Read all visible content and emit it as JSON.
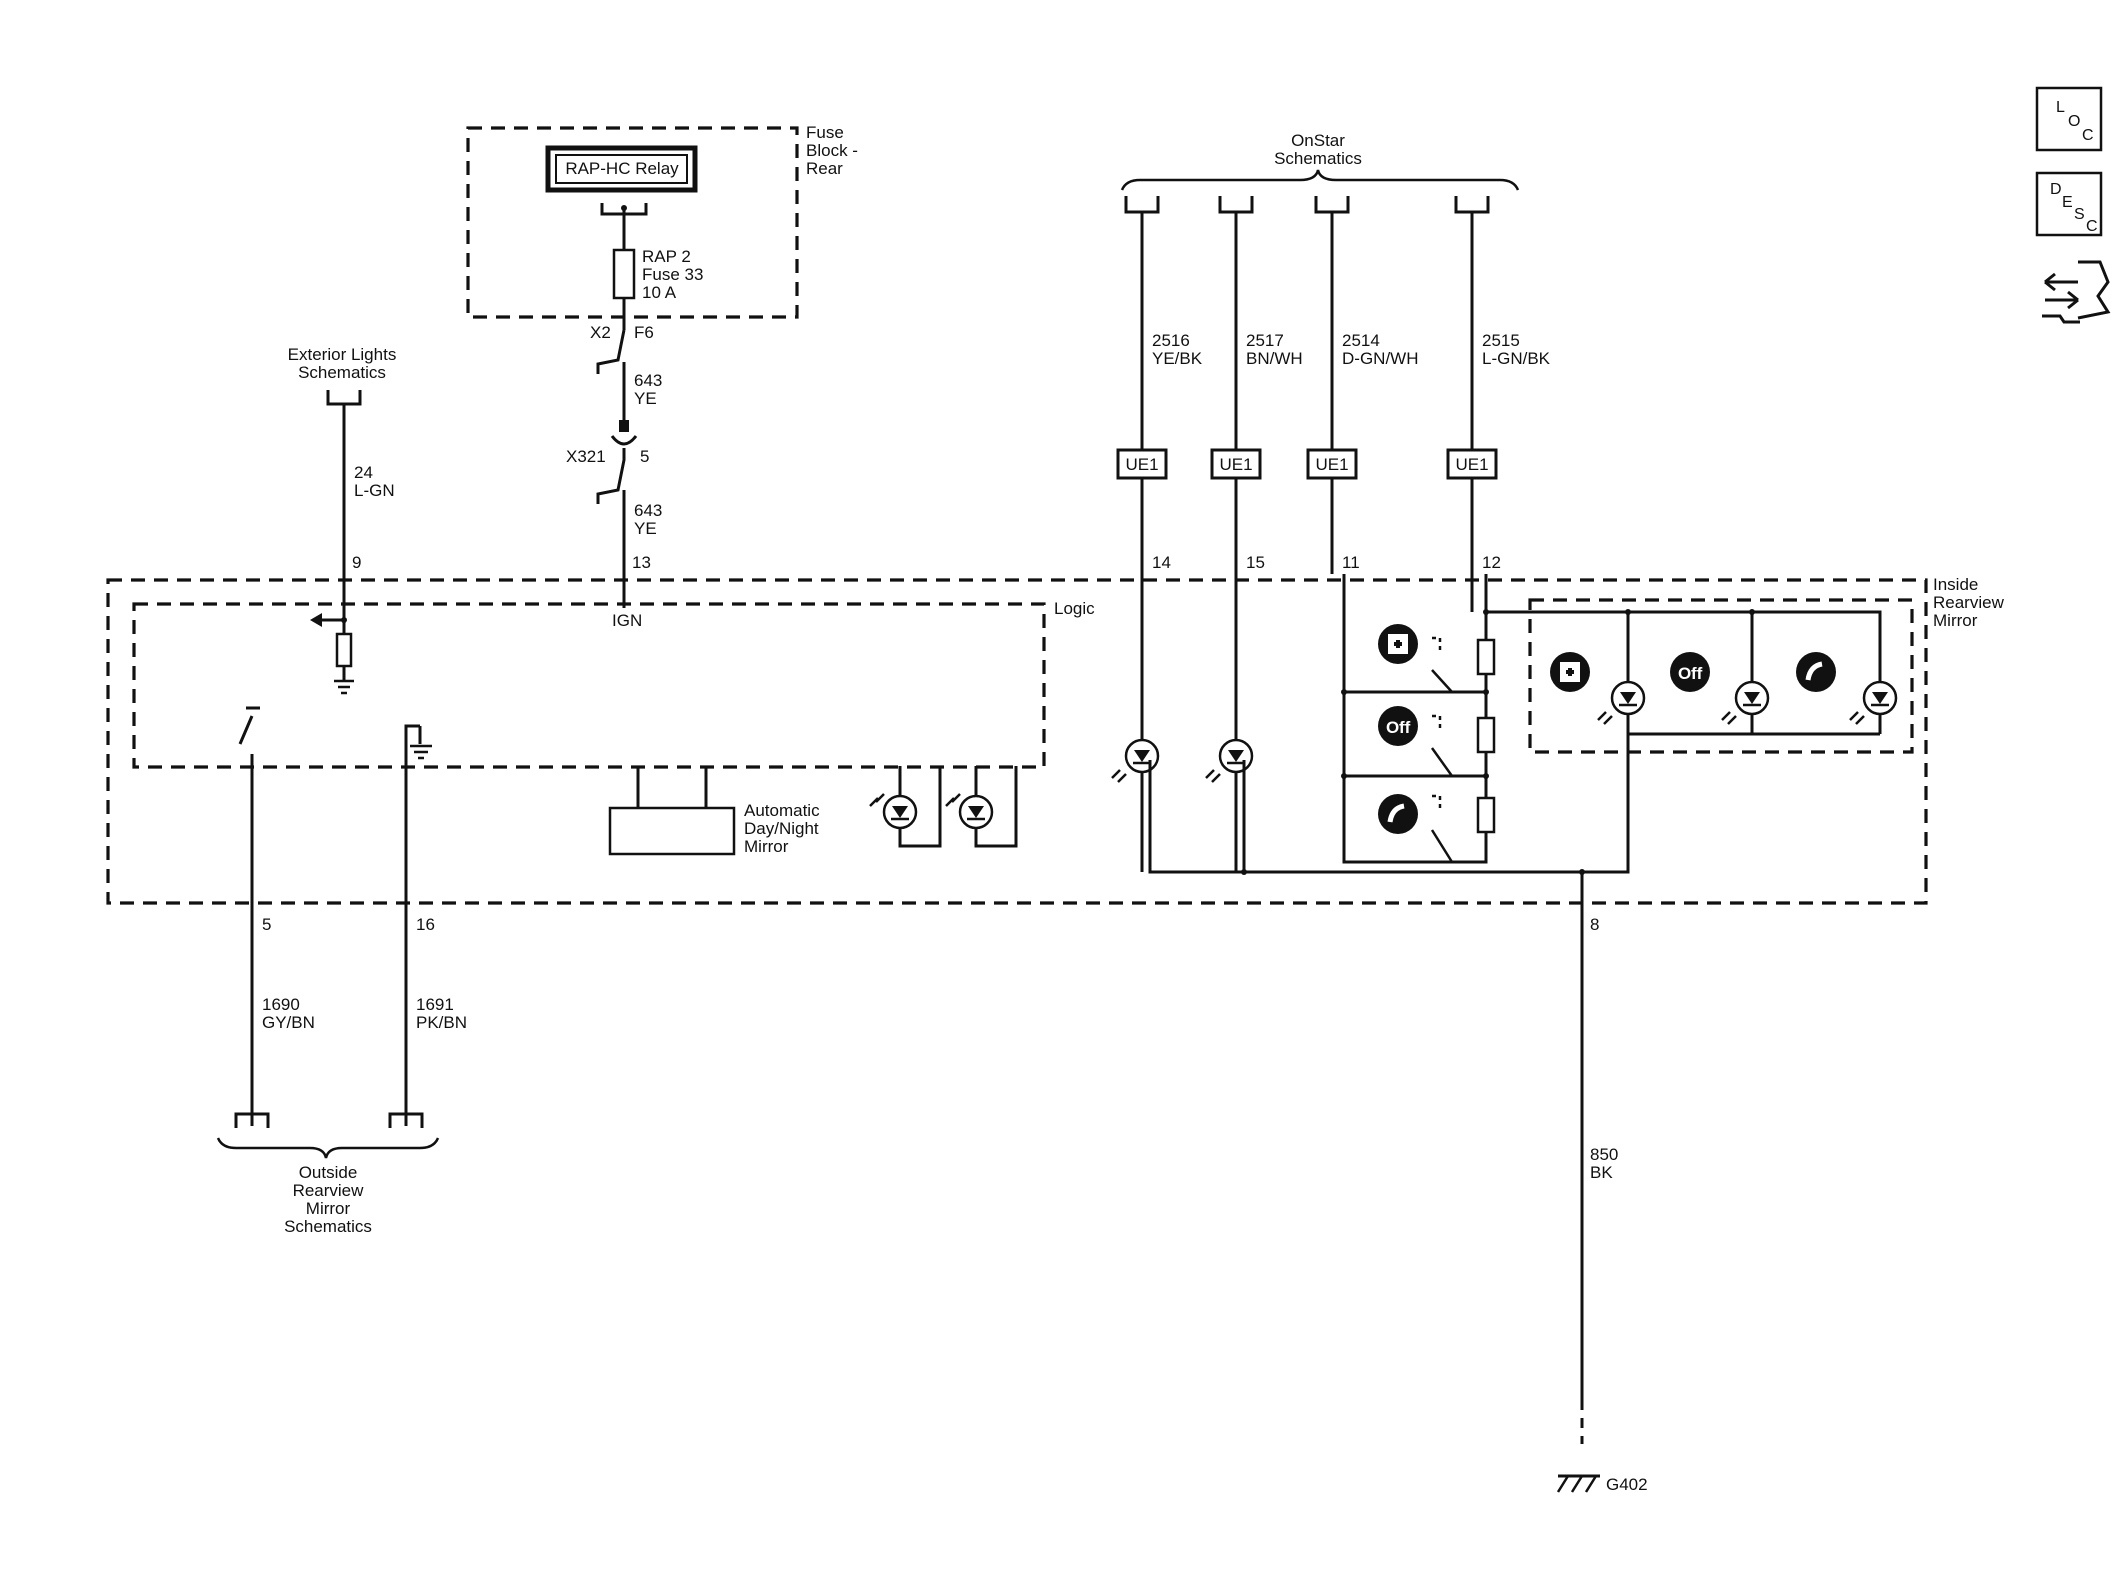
{
  "nav": {
    "loc": [
      "L",
      "O",
      "C"
    ],
    "desc": [
      "D",
      "E",
      "S",
      "C"
    ]
  },
  "fuse_block": {
    "title": [
      "Fuse",
      "Block -",
      "Rear"
    ],
    "relay": "RAP-HC Relay",
    "fuse": [
      "RAP 2",
      "Fuse 33",
      "10 A"
    ],
    "conn_x2": "X2",
    "pin_f6": "F6",
    "wire_643": "643",
    "color_ye": "YE",
    "conn_x321": "X321",
    "pin_5": "5",
    "wire_643b": "643",
    "color_ye_b": "YE",
    "pin_13": "13",
    "ign": "IGN"
  },
  "exterior_lights": {
    "title": [
      "Exterior Lights",
      "Schematics"
    ],
    "wire": "24",
    "color": "L-GN",
    "pin": "9"
  },
  "onstar": {
    "title": [
      "OnStar",
      "Schematics"
    ],
    "wires": [
      {
        "circuit": "2516",
        "color": "YE/BK",
        "connector": "UE1",
        "pin": "14"
      },
      {
        "circuit": "2517",
        "color": "BN/WH",
        "connector": "UE1",
        "pin": "15"
      },
      {
        "circuit": "2514",
        "color": "D-GN/WH",
        "connector": "UE1",
        "pin": "11"
      },
      {
        "circuit": "2515",
        "color": "L-GN/BK",
        "connector": "UE1",
        "pin": "12"
      }
    ]
  },
  "module": {
    "logic": "Logic",
    "inside_mirror": [
      "Inside",
      "Rearview",
      "Mirror"
    ],
    "auto_mirror": [
      "Automatic",
      "Day/Night",
      "Mirror"
    ]
  },
  "outside_mirror": {
    "left": {
      "pin": "5",
      "circuit": "1690",
      "color": "GY/BN"
    },
    "right": {
      "pin": "16",
      "circuit": "1691",
      "color": "PK/BN"
    },
    "title": [
      "Outside",
      "Rearview",
      "Mirror",
      "Schematics"
    ]
  },
  "ground": {
    "pin": "8",
    "circuit": "850",
    "color": "BK",
    "name": "G402"
  },
  "icons": {
    "service": "cross-icon",
    "onoff": "power-icon",
    "phone": "phone-icon"
  }
}
